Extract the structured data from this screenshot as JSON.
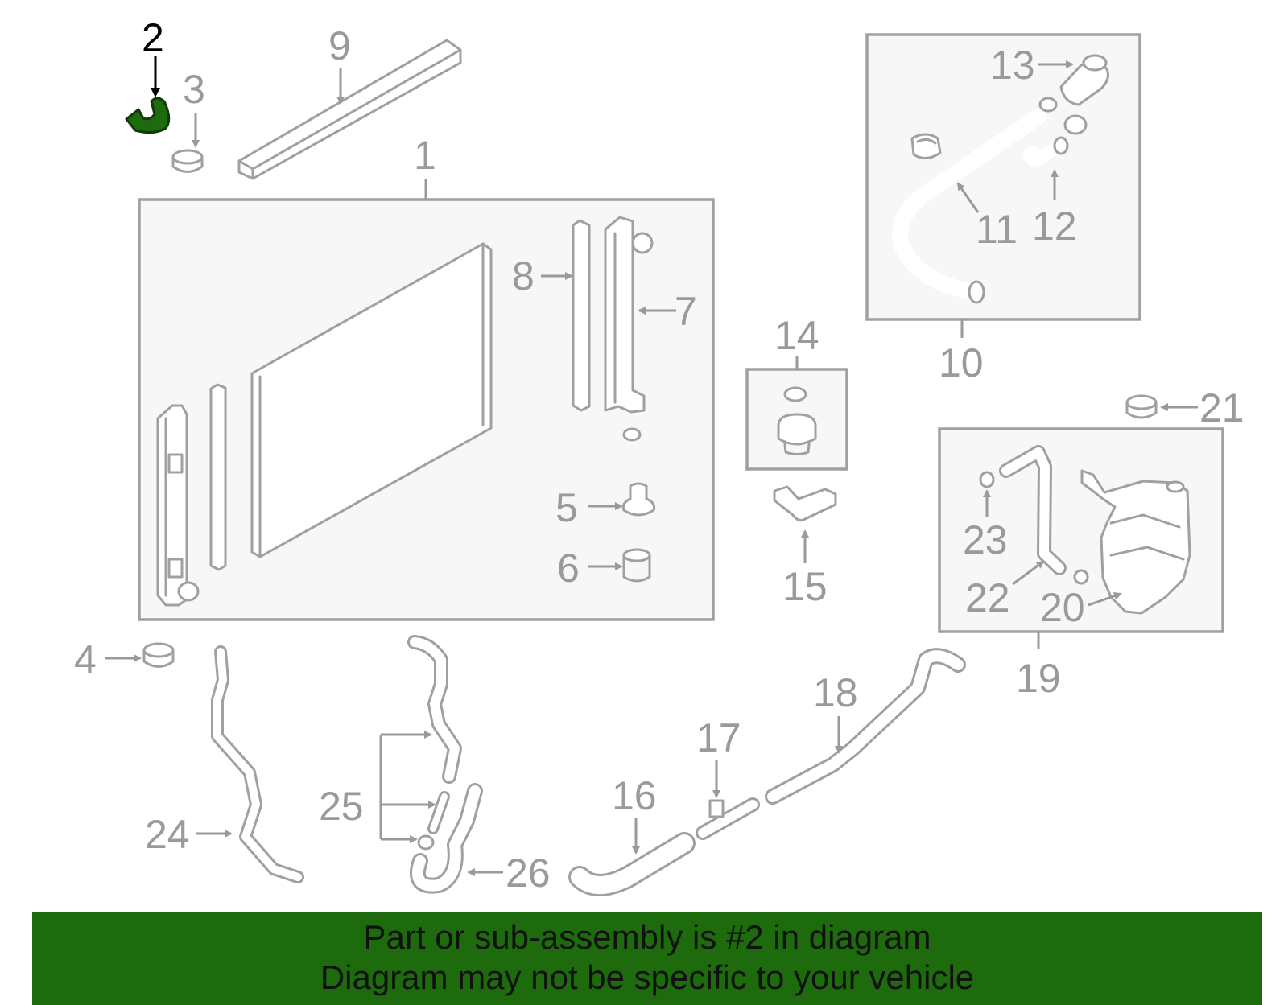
{
  "highlight_color": "#1d6b0c",
  "highlight_part": "2",
  "labels": [
    "1",
    "2",
    "3",
    "4",
    "5",
    "6",
    "7",
    "8",
    "9",
    "10",
    "11",
    "12",
    "13",
    "14",
    "15",
    "16",
    "17",
    "18",
    "19",
    "20",
    "21",
    "22",
    "23",
    "24",
    "25",
    "26"
  ],
  "banner": {
    "line1": "Part or sub-assembly is #2 in diagram",
    "line2": "Diagram may not be specific to your vehicle"
  }
}
